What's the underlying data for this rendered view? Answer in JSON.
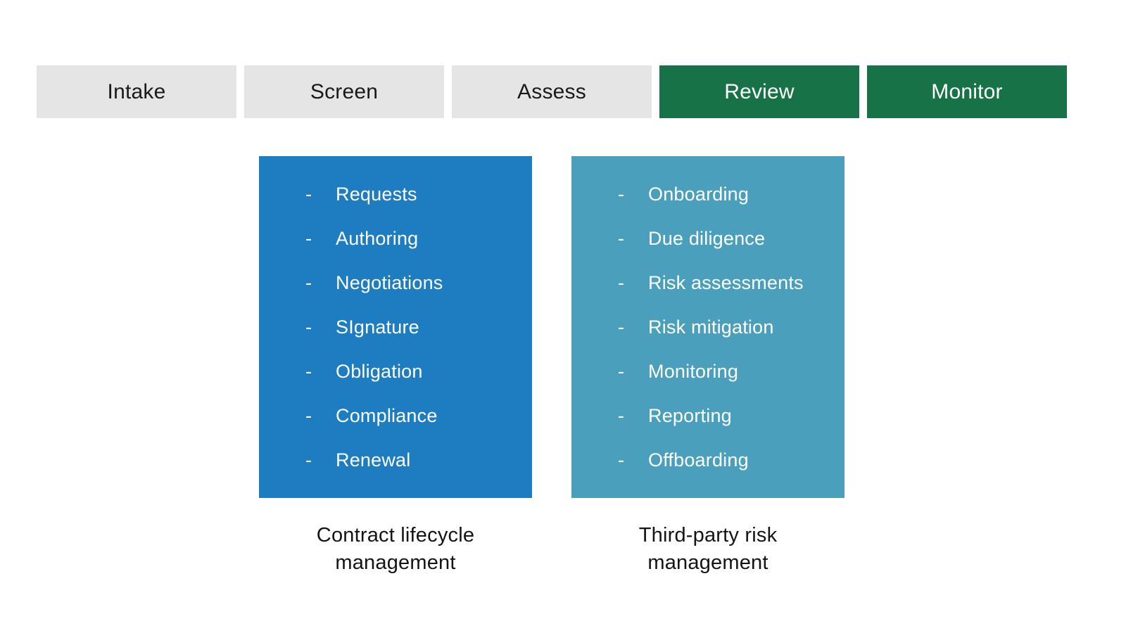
{
  "palette": {
    "page_bg": "#ffffff",
    "stage_inactive_bg": "#e5e5e5",
    "stage_inactive_text": "#1a1a1a",
    "stage_active_bg": "#177347",
    "stage_active_text": "#ffffff",
    "clm_box_bg": "#1d7dc0",
    "tprm_box_bg": "#4aa0bc",
    "box_text": "#ffffff",
    "caption_text": "#141414"
  },
  "stages": [
    {
      "label": "Intake",
      "active": false
    },
    {
      "label": "Screen",
      "active": false
    },
    {
      "label": "Assess",
      "active": false
    },
    {
      "label": "Review",
      "active": true
    },
    {
      "label": "Monitor",
      "active": true
    }
  ],
  "columns": [
    {
      "id": "clm",
      "bullet": "-",
      "items": [
        "Requests",
        "Authoring",
        "Negotiations",
        "SIgnature",
        "Obligation",
        "Compliance",
        "Renewal"
      ],
      "caption_line1": "Contract lifecycle",
      "caption_line2": "management"
    },
    {
      "id": "tprm",
      "bullet": "-",
      "items": [
        "Onboarding",
        "Due diligence",
        "Risk assessments",
        "Risk mitigation",
        "Monitoring",
        "Reporting",
        "Offboarding"
      ],
      "caption_line1": "Third-party risk",
      "caption_line2": "management"
    }
  ]
}
